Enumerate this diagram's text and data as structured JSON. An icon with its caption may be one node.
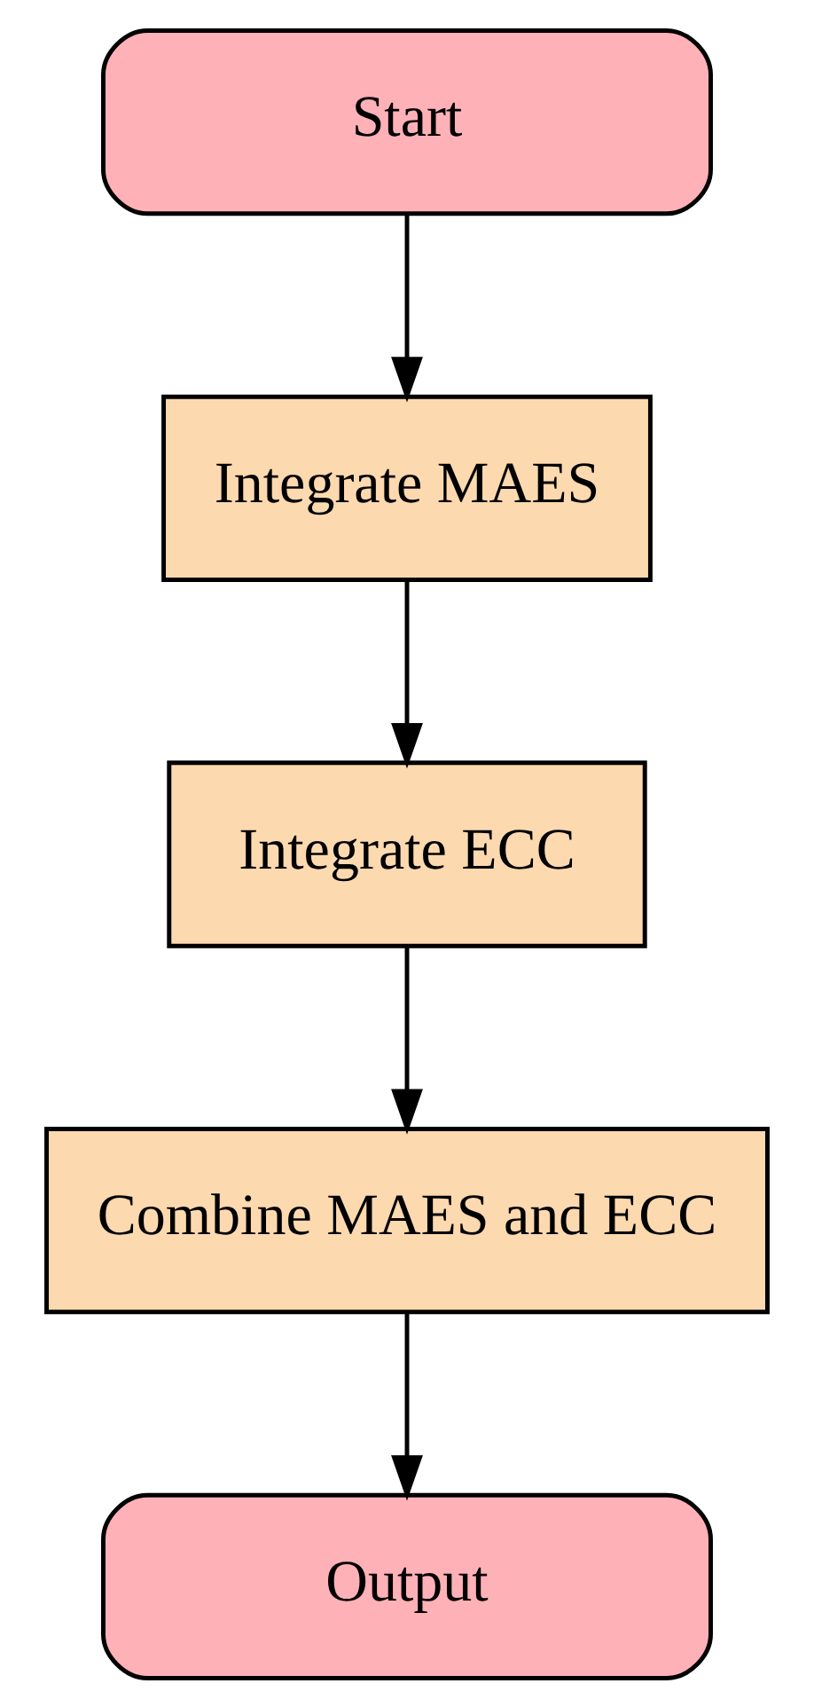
{
  "diagram": {
    "nodes": [
      {
        "text": [
          "Start"
        ]
      },
      {
        "text": [
          "Integrate MAES"
        ]
      },
      {
        "text": [
          "Integrate ECC"
        ]
      },
      {
        "text": [
          "Combine MAES and ECC"
        ]
      },
      {
        "text": [
          "Output"
        ]
      }
    ],
    "edges": [
      {
        "from": 0,
        "to": 1,
        "arrow": "to"
      },
      {
        "from": 1,
        "to": 2,
        "arrow": "to"
      },
      {
        "from": 2,
        "to": 3,
        "arrow": "to"
      },
      {
        "from": 3,
        "to": 4,
        "arrow": "to"
      }
    ]
  }
}
